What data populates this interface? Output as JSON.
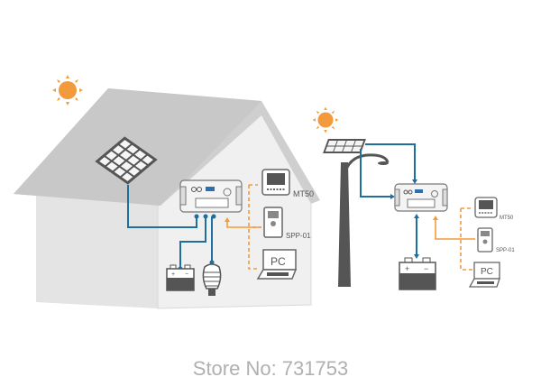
{
  "house_system": {
    "display_label": "MT50",
    "meter_label": "SPP-01",
    "pc_label": "PC"
  },
  "streetlight_system": {
    "display_label": "MT50",
    "meter_label": "SPP-01",
    "pc_label": "PC"
  },
  "footer": {
    "store": "Store No: 731753"
  },
  "colors": {
    "wire": "#1f6f9e",
    "data_link": "#f39a3c",
    "sun": "#f39a3c",
    "house": "#ececec",
    "roof": "#cdcdcd"
  }
}
